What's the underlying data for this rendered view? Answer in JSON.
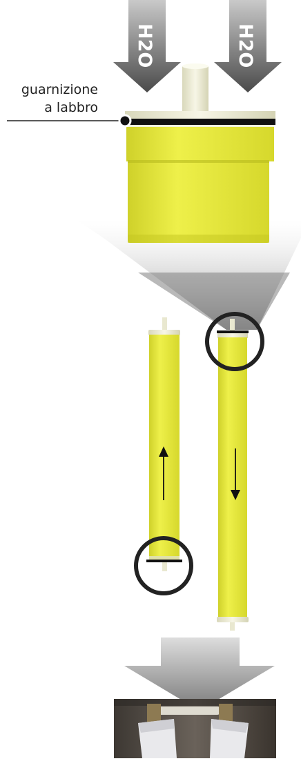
{
  "inlet_arrows": [
    {
      "label": "H2O"
    },
    {
      "label": "H2O"
    }
  ],
  "seal_label": {
    "line1": "guarnizione",
    "line2": "a labbro"
  },
  "flow_directions": [
    "up",
    "down"
  ],
  "colors": {
    "membrane_yellow": "#e8eb3a",
    "membrane_shadow": "#c9cc22",
    "arrow_gray": "#6e6e6e",
    "callout_gray": "#9a9a9a",
    "seal_black": "#111111",
    "cap_cream": "#efefd6"
  },
  "icons": {
    "inlet": "down-arrow-icon",
    "zoom": "highlight-circle-icon",
    "flow": "flow-arrow-icon"
  }
}
